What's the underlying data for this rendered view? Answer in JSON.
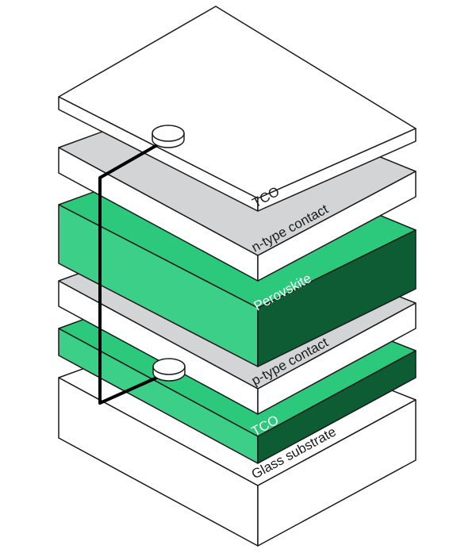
{
  "layers": [
    {
      "id": "glass-substrate",
      "label": "Glass substrate",
      "color": "#ffffff"
    },
    {
      "id": "tco-bottom",
      "label": "TCO",
      "color": "#3ccf88"
    },
    {
      "id": "p-type-contact",
      "label": "p-type contact",
      "color": "#ffffff"
    },
    {
      "id": "perovskite",
      "label": "Perovskite",
      "color": "#3ccf88"
    },
    {
      "id": "n-type-contact",
      "label": "n-type contact",
      "color": "#ffffff"
    },
    {
      "id": "tco-top",
      "label": "TCO",
      "color": "#ffffff"
    }
  ],
  "colors": {
    "outline": "#1a1a1a",
    "white_face": "#ffffff",
    "gray_top": "#d2d4d6",
    "green_top": "#2cc97c",
    "green_side": "#3ccf88",
    "green_dark": "#0e5c34",
    "wire": "#000000"
  }
}
